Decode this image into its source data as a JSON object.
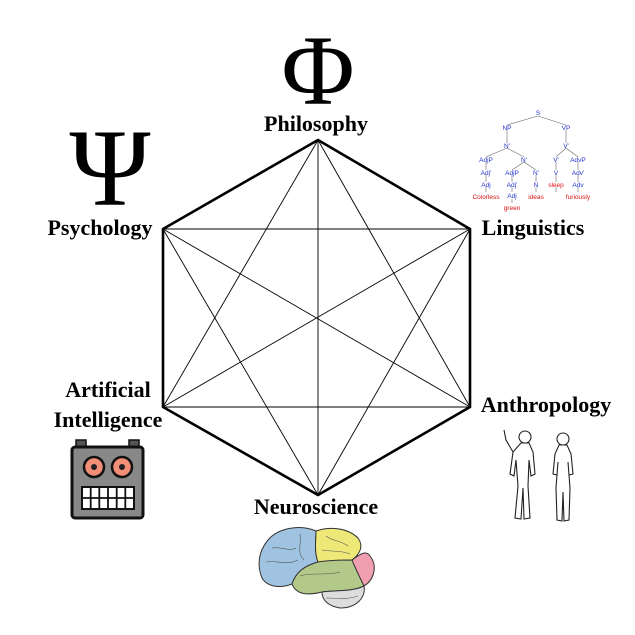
{
  "disciplines": {
    "philosophy": {
      "label": "Philosophy",
      "symbol": "Φ"
    },
    "linguistics": {
      "label": "Linguistics"
    },
    "anthropology": {
      "label": "Anthropology"
    },
    "neuroscience": {
      "label": "Neuroscience"
    },
    "ai": {
      "label_line1": "Artificial",
      "label_line2": "Intelligence"
    },
    "psychology": {
      "label": "Psychology",
      "symbol": "Ψ"
    }
  },
  "syntax_tree": {
    "nodes": [
      "S",
      "NP",
      "VP",
      "N'",
      "V'",
      "AdjP",
      "N'",
      "V'",
      "AdvP",
      "Adj'",
      "AdjP",
      "N'",
      "V",
      "Adv'",
      "Adj",
      "Adj'",
      "N",
      "Adv",
      "Adj"
    ],
    "words": [
      "Colorless",
      "green",
      "ideas",
      "sleep",
      "furiously"
    ]
  },
  "colors": {
    "lines": "#000000",
    "tree_nodes": "#2233cc",
    "tree_words": "#dd1111",
    "brain_frontal": "#9fc3e0",
    "brain_parietal": "#eee879",
    "brain_temporal": "#b2c98a",
    "brain_occipital": "#ef9fb0",
    "brain_cerebellum": "#dddddd",
    "robot_body": "#888888",
    "robot_eyes": "#f28e76"
  }
}
